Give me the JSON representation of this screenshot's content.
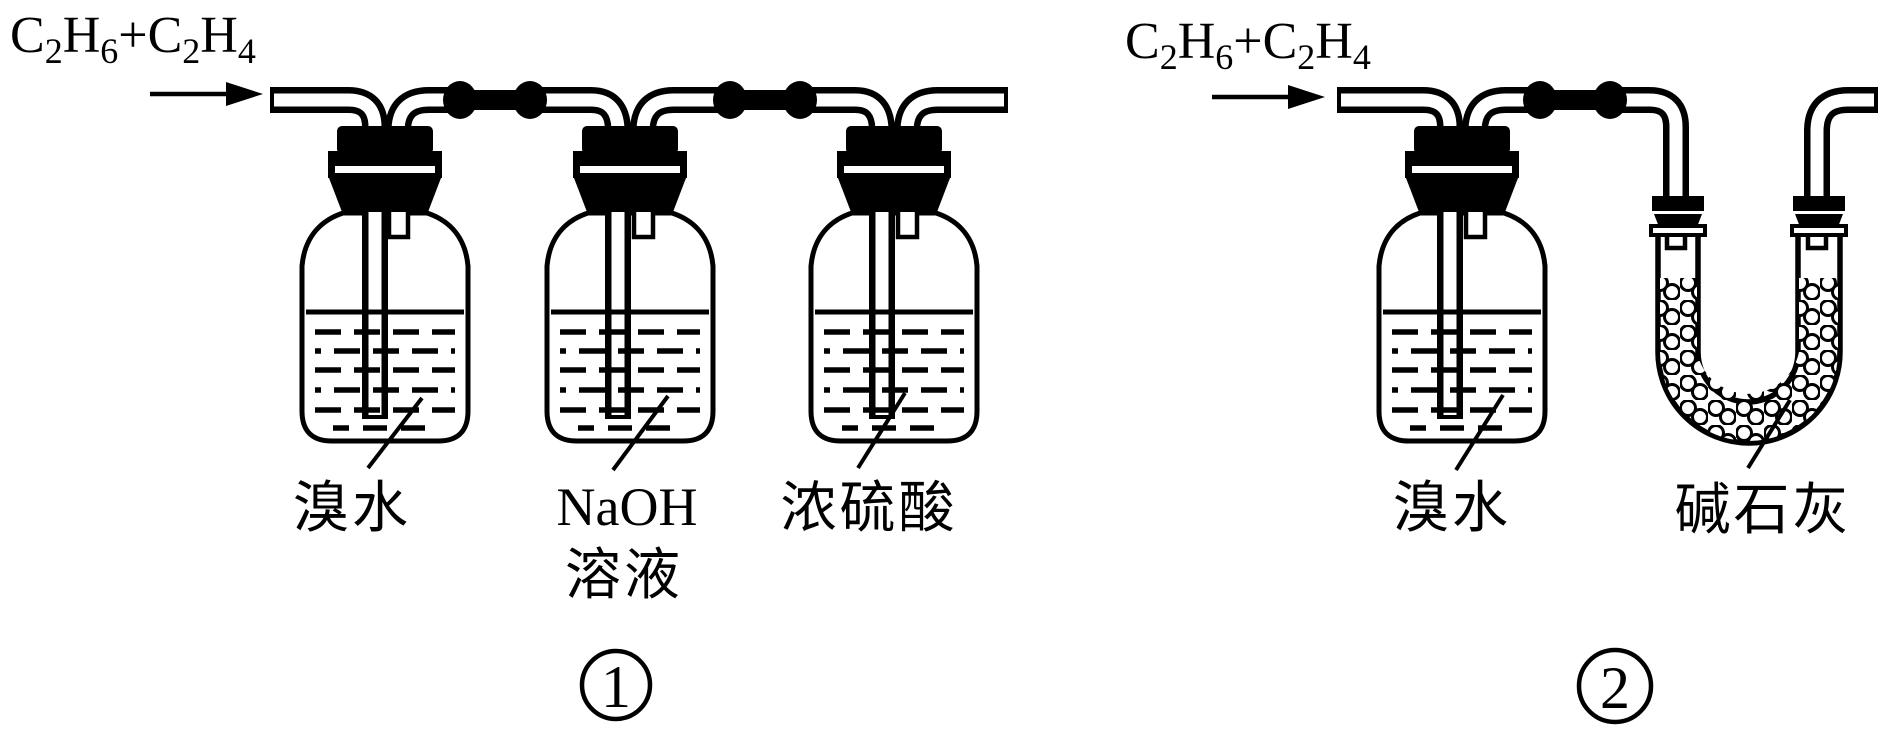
{
  "colors": {
    "ink": "#000000",
    "background": "#ffffff"
  },
  "setup1": {
    "gas_formula": {
      "text": "C2H6+C2H4",
      "parts": [
        {
          "t": "C"
        },
        {
          "t": "2",
          "sub": true
        },
        {
          "t": "H"
        },
        {
          "t": "6",
          "sub": true
        },
        {
          "t": "+"
        },
        {
          "t": "C"
        },
        {
          "t": "2",
          "sub": true
        },
        {
          "t": "H"
        },
        {
          "t": "4",
          "sub": true
        }
      ]
    },
    "bottle_labels": {
      "bottle1": "溴水",
      "bottle2_line1": "NaOH",
      "bottle2_line2": "溶液",
      "bottle3": "浓硫酸"
    },
    "caption_number": "1"
  },
  "setup2": {
    "gas_formula": {
      "text": "C2H6+C2H4",
      "parts": [
        {
          "t": "C"
        },
        {
          "t": "2",
          "sub": true
        },
        {
          "t": "H"
        },
        {
          "t": "6",
          "sub": true
        },
        {
          "t": "+"
        },
        {
          "t": "C"
        },
        {
          "t": "2",
          "sub": true
        },
        {
          "t": "H"
        },
        {
          "t": "4",
          "sub": true
        }
      ]
    },
    "bottle_labels": {
      "bottle1": "溴水"
    },
    "utube_label": "碱石灰",
    "caption_number": "2"
  }
}
